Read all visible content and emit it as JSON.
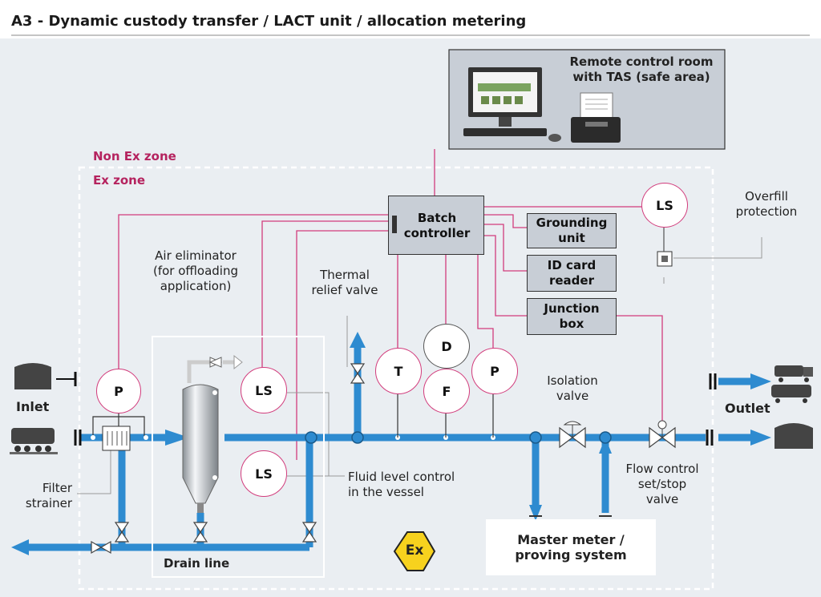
{
  "title": "A3 - Dynamic custody transfer / LACT unit / allocation metering",
  "zones": {
    "non_ex": "Non Ex zone",
    "ex": "Ex zone"
  },
  "remote_room": {
    "line1": "Remote control room",
    "line2": "with TAS (safe area)"
  },
  "batch_controller": {
    "line1": "Batch",
    "line2": "controller"
  },
  "grounding_unit": {
    "line1": "Grounding",
    "line2": "unit"
  },
  "id_card_reader": {
    "line1": "ID card",
    "line2": "reader"
  },
  "junction_box": {
    "line1": "Junction",
    "line2": "box"
  },
  "overfill": {
    "line1": "Overfill",
    "line2": "protection"
  },
  "air_eliminator": {
    "line1": "Air eliminator",
    "line2": "(for offloading",
    "line3": "application)"
  },
  "thermal_valve": {
    "line1": "Thermal",
    "line2": "relief valve"
  },
  "isolation_valve": {
    "line1": "Isolation",
    "line2": "valve"
  },
  "fluid_level": {
    "line1": "Fluid level control",
    "line2": "in the vessel"
  },
  "flow_control": {
    "line1": "Flow control",
    "line2": "set/stop",
    "line3": "valve"
  },
  "filter_strainer": {
    "line1": "Filter",
    "line2": "strainer"
  },
  "inlet": "Inlet",
  "outlet": "Outlet",
  "drain_line": "Drain line",
  "master_meter": {
    "line1": "Master meter /",
    "line2": "proving system"
  },
  "instruments": {
    "p1": "P",
    "ls_top": "LS",
    "ls_bottom": "LS",
    "t": "T",
    "d": "D",
    "f": "F",
    "p2": "P",
    "ls_overfill": "LS"
  },
  "ex_symbol": "Ex",
  "colors": {
    "pipe": "#2e8bd0",
    "signal": "#d23c7c",
    "box": "#c8ced6",
    "zone": "#b5235f",
    "ex_yellow": "#f7d21e"
  }
}
